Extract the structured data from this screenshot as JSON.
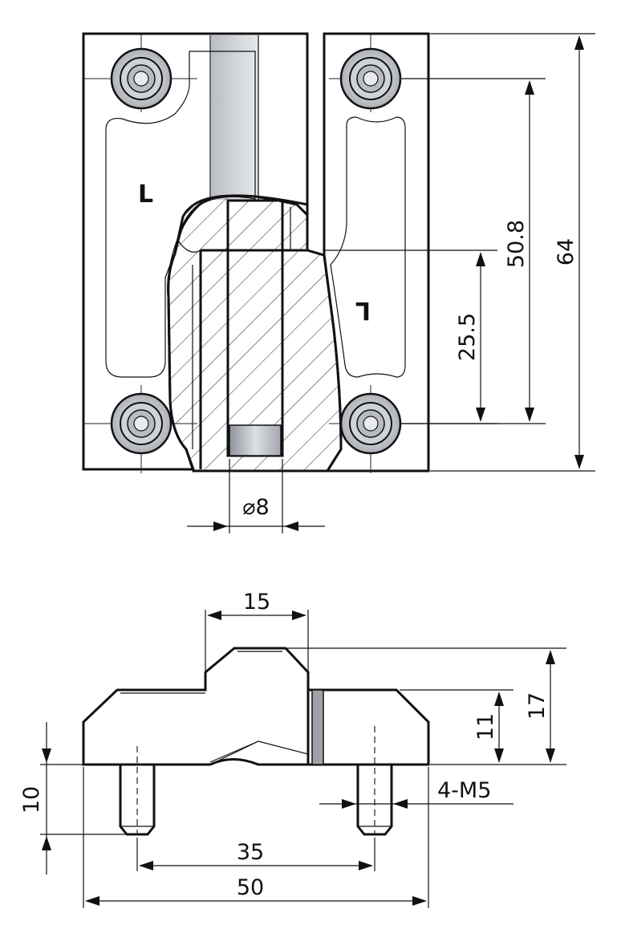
{
  "drawing": {
    "top_view": {
      "dim_overall_height": "64",
      "dim_hole_pitch": "50.8",
      "dim_pin_offset": "25.5",
      "dim_pin_diameter": "⌀8",
      "leaf_marks": [
        "L",
        "L"
      ]
    },
    "side_view": {
      "dim_knuckle_width": "15",
      "dim_total_height": "17",
      "dim_leaf_height": "11",
      "dim_thread": "4-M5",
      "dim_stud_length": "10",
      "dim_stud_spacing": "35",
      "dim_overall_width": "50"
    }
  },
  "colors": {
    "line": "#111111",
    "plate_fill": "#e4e6ea",
    "pocket_fill": "#eceef1",
    "section_fill": "#ffffff",
    "bore_fill": "#bfc3c8"
  }
}
